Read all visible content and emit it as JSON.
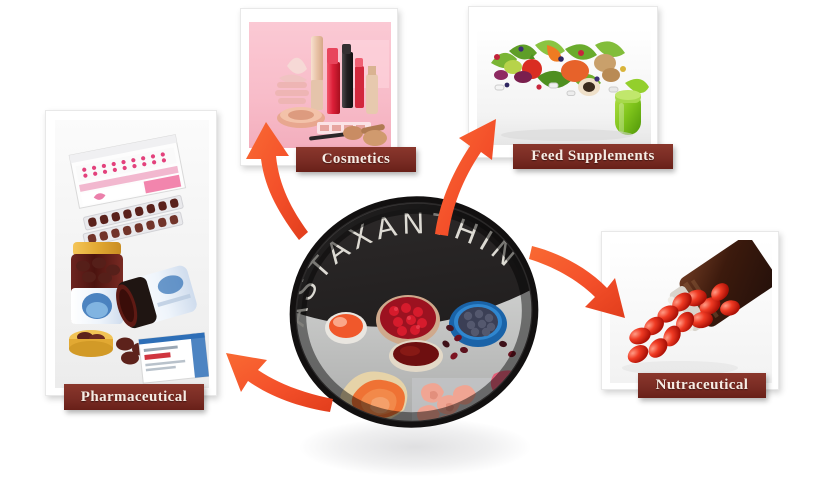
{
  "figure": {
    "center_term": "ASTAXANTHIN",
    "center_caption": "ASTAXANTHIN",
    "background_color": "#ffffff",
    "label_color": "#7a2c24",
    "label_text_color": "#f6ece4",
    "arrow_color": "#f4502a"
  },
  "categories": [
    {
      "id": "pharmaceutical",
      "label": "Pharmaceutical",
      "photo_alt": "pharmaceutical-products-photo",
      "photo_desc": "Tablet blister packs, medicine carton and dark supplement bottles with red-brown softgel capsules on white background",
      "position": "left"
    },
    {
      "id": "cosmetics",
      "label": "Cosmetics",
      "photo_alt": "cosmetics-products-photo",
      "photo_desc": "Lipsticks, foundation tubes, powder compacts and makeup brushes on a pink background",
      "position": "top-left"
    },
    {
      "id": "feed-supplements",
      "label": "Feed Supplements",
      "photo_alt": "feed-supplements-photo",
      "photo_desc": "Assorted vegetables, fruits, berries and pills pouring out of a large green capsule on white background",
      "position": "top-right"
    },
    {
      "id": "nutraceutical",
      "label": "Nutraceutical",
      "photo_alt": "nutraceutical-products-photo",
      "photo_desc": "Red astaxanthin softgel capsules spilling from a dark amber supplement bottle",
      "position": "right"
    }
  ],
  "arrows": [
    {
      "id": "arrow-to-cosmetics",
      "from": "center",
      "to": "cosmetics",
      "direction": "up-left"
    },
    {
      "id": "arrow-to-feed-supplements",
      "from": "center",
      "to": "feed-supplements",
      "direction": "up-right"
    },
    {
      "id": "arrow-to-nutraceutical",
      "from": "center",
      "to": "nutraceutical",
      "direction": "down-right"
    },
    {
      "id": "arrow-to-pharmaceutical",
      "from": "center",
      "to": "pharmaceutical",
      "direction": "down-left"
    }
  ]
}
